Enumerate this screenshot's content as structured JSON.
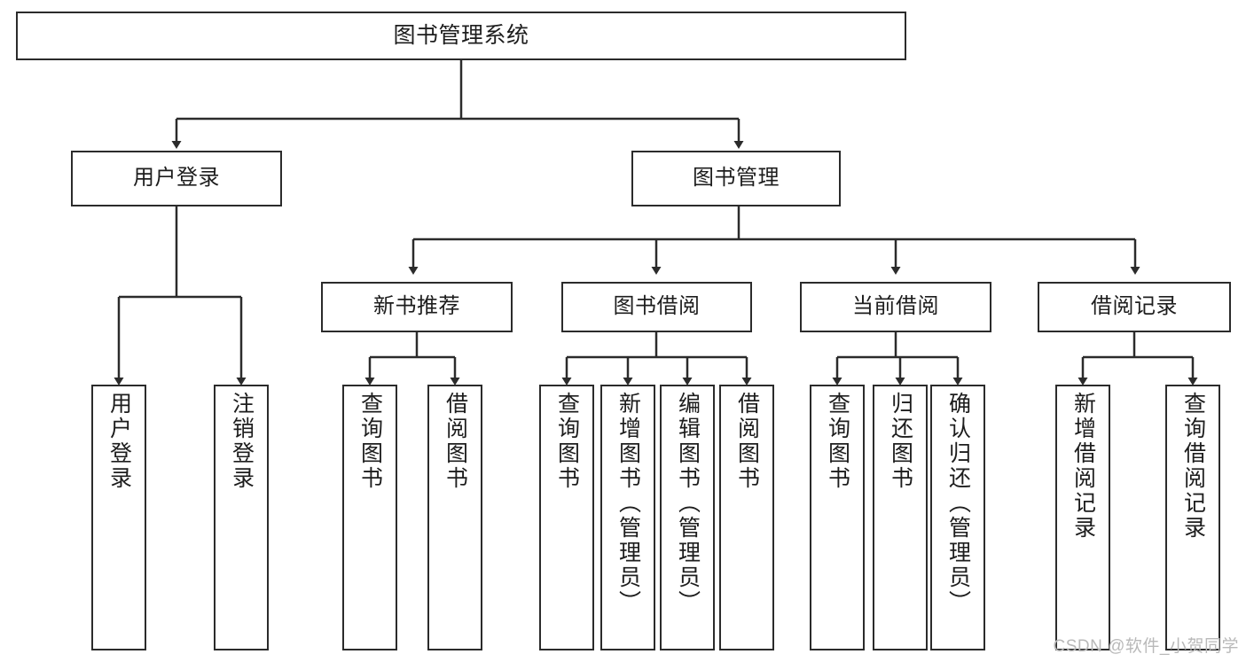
{
  "diagram": {
    "title": "图书管理系统",
    "type": "tree-hierarchy",
    "watermark": "CSDN @软件_小贺同学",
    "colors": {
      "stroke": "#2b2b2b",
      "fill": "#ffffff",
      "text": "#1d1d1d",
      "watermark": "#b9b9b9"
    },
    "nodes": {
      "root": {
        "label": "图书管理系统"
      },
      "level1": [
        {
          "label": "用户登录"
        },
        {
          "label": "图书管理"
        }
      ],
      "level2": [
        {
          "label": "新书推荐"
        },
        {
          "label": "图书借阅"
        },
        {
          "label": "当前借阅"
        },
        {
          "label": "借阅记录"
        }
      ],
      "leaves": {
        "user_login": [
          {
            "label": "用户登录"
          },
          {
            "label": "注销登录"
          }
        ],
        "new_book": [
          {
            "label": "查询图书"
          },
          {
            "label": "借阅图书"
          }
        ],
        "borrow_book": [
          {
            "label": "查询图书"
          },
          {
            "label": "新增图书（管理员）"
          },
          {
            "label": "编辑图书（管理员）"
          },
          {
            "label": "借阅图书"
          }
        ],
        "current_borrow": [
          {
            "label": "查询图书"
          },
          {
            "label": "归还图书"
          },
          {
            "label": "确认归还（管理员）"
          }
        ],
        "borrow_record": [
          {
            "label": "新增借阅记录"
          },
          {
            "label": "查询借阅记录"
          }
        ]
      }
    }
  }
}
